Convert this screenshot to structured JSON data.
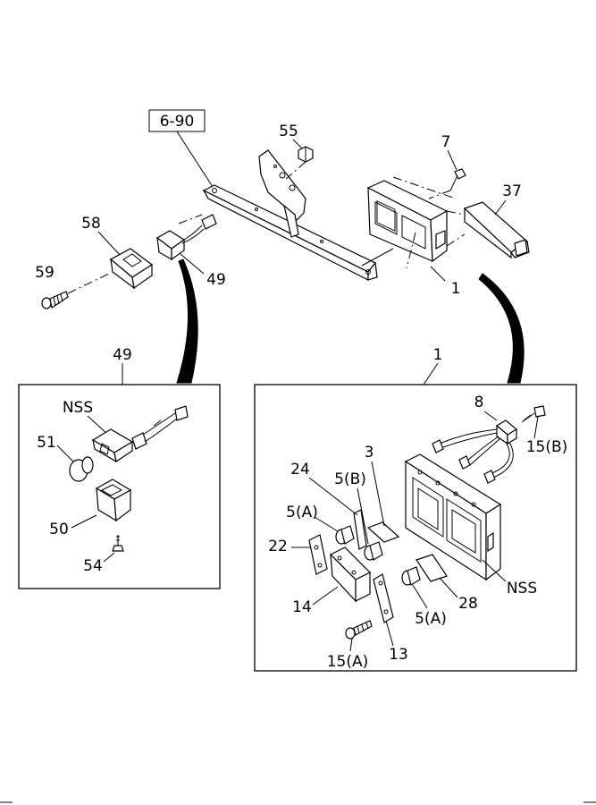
{
  "ref_box": {
    "label": "6-90"
  },
  "callouts": {
    "c55": "55",
    "c7": "7",
    "c37": "37",
    "c58": "58",
    "c59": "59",
    "c49_top": "49",
    "c1_top": "1",
    "c49_detail": "49",
    "c1_detail": "1"
  },
  "detail_49": {
    "nss": "NSS",
    "c51": "51",
    "c50": "50",
    "c54": "54"
  },
  "detail_1": {
    "c8": "8",
    "c15b": "15(B)",
    "c3": "3",
    "c24": "24",
    "c5b": "5(B)",
    "c5a_left": "5(A)",
    "c22": "22",
    "c14": "14",
    "c13": "13",
    "c15a": "15(A)",
    "c5a_right": "5(A)",
    "c28": "28",
    "nss": "NSS"
  }
}
